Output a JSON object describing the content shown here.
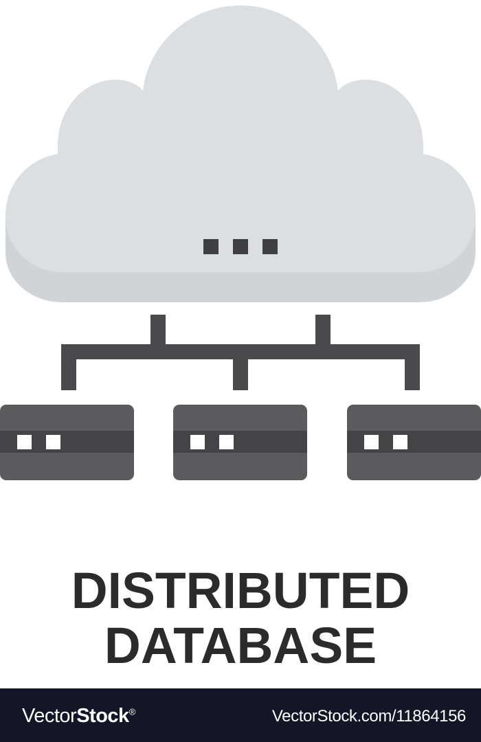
{
  "artwork": {
    "title_lines": [
      "DISTRIBUTED",
      "DATABASE"
    ],
    "title_color": "#2b2b2b",
    "background": "#ffffff",
    "cloud": {
      "icon_name": "cloud-icon",
      "body_color": "#dcdfe1",
      "base_shadow_color": "#d0d4d7",
      "dot_color": "#3f3f41",
      "dot_count": 3
    },
    "connector": {
      "icon_name": "network-tree-connector",
      "color": "#4a4a4c",
      "stem_count": 2,
      "branch_count": 3
    },
    "servers": [
      {
        "name": "server-node-1",
        "body_color": "#5b5b5d",
        "band_color": "#444446",
        "led_color": "#ffffff",
        "led_count": 2
      },
      {
        "name": "server-node-2",
        "body_color": "#5b5b5d",
        "band_color": "#444446",
        "led_color": "#ffffff",
        "led_count": 2
      },
      {
        "name": "server-node-3",
        "body_color": "#5b5b5d",
        "band_color": "#444446",
        "led_color": "#ffffff",
        "led_count": 2
      }
    ]
  },
  "footer": {
    "background": "#141526",
    "text_color": "#ffffff",
    "brand_thin": "Vector",
    "brand_bold": "Stock",
    "brand_registered": "®",
    "url": "VectorStock.com/11864156"
  }
}
